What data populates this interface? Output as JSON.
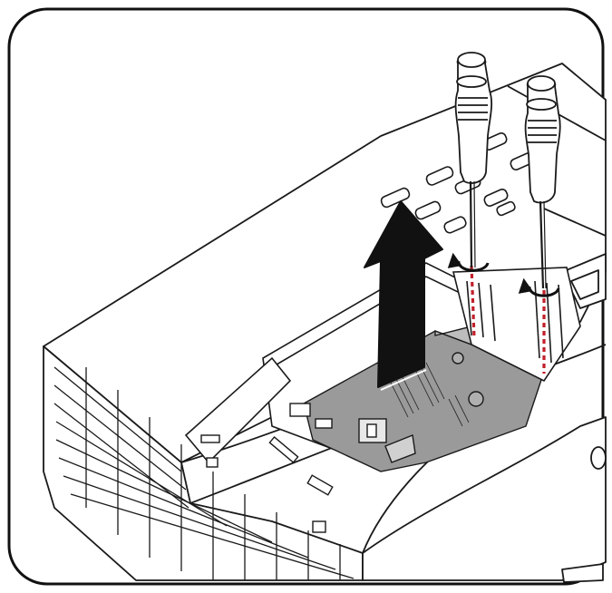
{
  "figure": {
    "kind": "installation-illustration",
    "step": "remove-lamp-cover-screws-and-lift",
    "tool": "screwdriver",
    "screwdriver_count": 2,
    "rotation": "counter-clockwise",
    "lift_direction": "up",
    "labels": [],
    "colors": {
      "outline": "#1a1a1a",
      "frame": "#111111",
      "guide_line": "#c0202a",
      "module_fill": "#9a9a9a",
      "arrow": "#111111",
      "background": "#ffffff"
    },
    "icons": [
      "screwdriver-icon",
      "rotate-ccw-icon",
      "up-arrow-icon"
    ]
  }
}
